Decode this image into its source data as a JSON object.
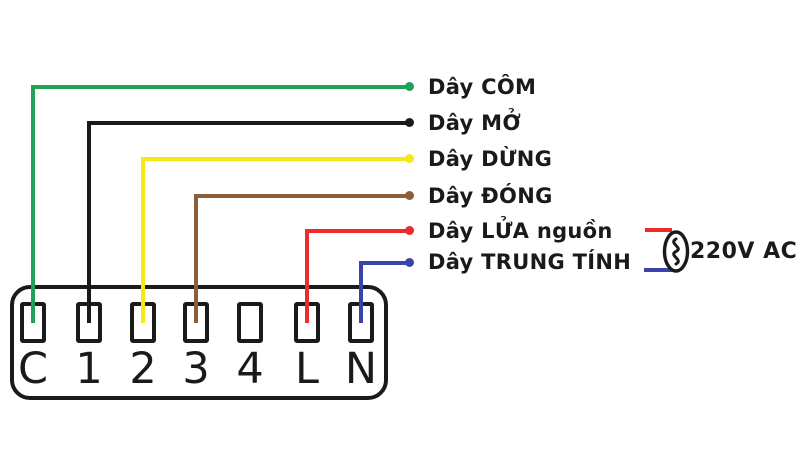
{
  "diagram": {
    "background_color": "#FFFFFF",
    "line_color": "#1A1A1A",
    "wires": [
      {
        "id": "com",
        "terminal": "C",
        "color": "#1FA257",
        "label": "Dây CÔM"
      },
      {
        "id": "open",
        "terminal": "1",
        "color": "#1A1A1A",
        "label": "Dây MỞ"
      },
      {
        "id": "stop",
        "terminal": "2",
        "color": "#F7E815",
        "label": "Dây DỪNG"
      },
      {
        "id": "close",
        "terminal": "3",
        "color": "#8B5E3C",
        "label": "Dây ĐÓNG"
      },
      {
        "id": "live",
        "terminal": "L",
        "color": "#ED2A2C",
        "label": "Dây LỬA nguồn"
      },
      {
        "id": "neutral",
        "terminal": "N",
        "color": "#3A43A9",
        "label": "Dây TRUNG TÍNH"
      }
    ],
    "terminal_block": {
      "terminals": [
        "C",
        "1",
        "2",
        "3",
        "4",
        "L",
        "N"
      ]
    },
    "power_source": {
      "label": "220V AC",
      "icon": "ac-sine-icon",
      "live_color": "#ED2A2C",
      "neutral_color": "#3A43A9"
    }
  }
}
